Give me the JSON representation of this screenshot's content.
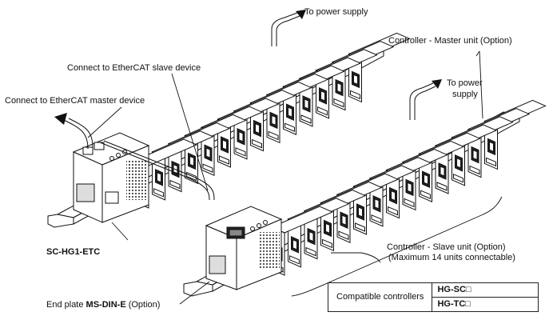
{
  "labels": {
    "to_power_1": "To power supply",
    "master_unit": "Controller - Master unit (Option)",
    "ethercat_slave": "Connect to EtherCAT slave device",
    "ethercat_master": "Connect to EtherCAT master device",
    "to_power_2_line1": "To power",
    "to_power_2_line2": "supply",
    "product": "SC-HG1-ETC",
    "slave_line1": "Controller - Slave unit (Option)",
    "slave_line2": "(Maximum 14 units connectable)",
    "end_plate_prefix": "End plate ",
    "end_plate_model": "MS-DIN-E",
    "end_plate_suffix": " (Option)"
  },
  "table": {
    "header": "Compatible controllers",
    "model_1": "HG-SC□",
    "model_2": "HG-TC□"
  }
}
